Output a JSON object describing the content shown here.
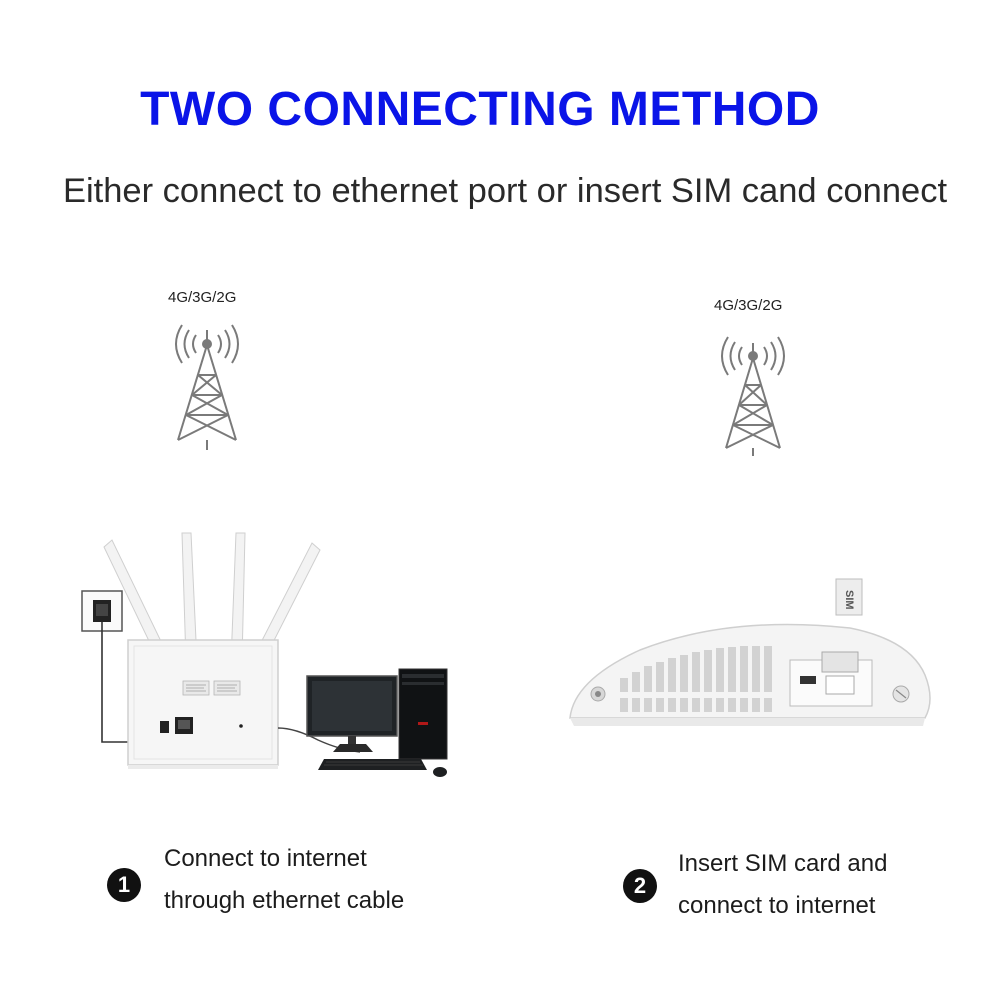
{
  "colors": {
    "title": "#0a14e8",
    "text": "#222222",
    "router_body": "#f6f6f6",
    "router_outline": "#cfcfcf"
  },
  "title": "TWO CONNECTING METHOD",
  "subtitle": "Either connect to ethernet port or insert SIM cand connect",
  "left_panel": {
    "band_label": "4G/3G/2G",
    "tower_icon": "cell-tower-icon",
    "step_number": "1",
    "step_line1": "Connect to internet",
    "step_line2": "through ethernet cable"
  },
  "right_panel": {
    "band_label": "4G/3G/2G",
    "tower_icon": "cell-tower-icon",
    "sim_label": "SIM",
    "step_number": "2",
    "step_line1": "Insert SIM card and",
    "step_line2": "connect to internet"
  }
}
